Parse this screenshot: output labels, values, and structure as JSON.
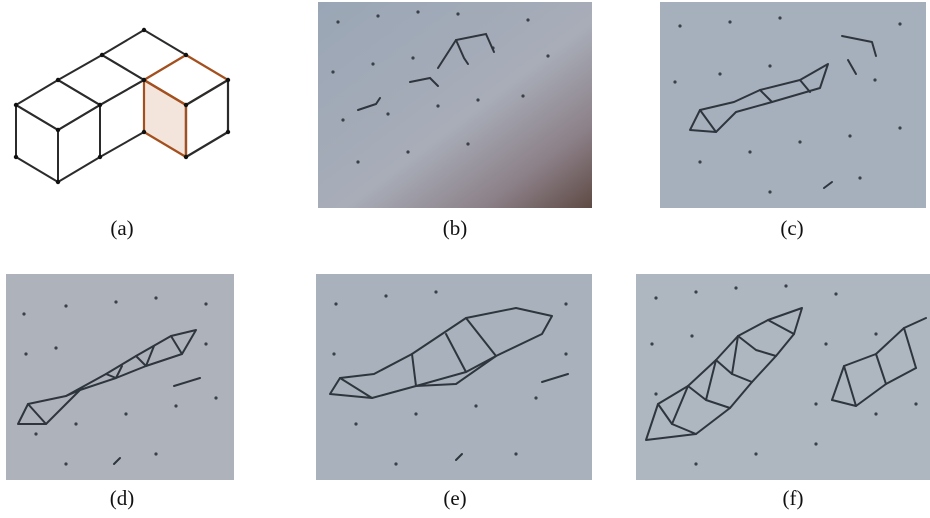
{
  "figure": {
    "captions": {
      "a": "(a)",
      "b": "(b)",
      "c": "(c)",
      "d": "(d)",
      "e": "(e)",
      "f": "(f)"
    },
    "colors": {
      "cube_outline": "#2b2b2b",
      "highlight_stroke": "#a4501e",
      "highlight_fill": "#f3e5dc",
      "paper": "#a9b2bd",
      "pencil": "#2f353d"
    }
  }
}
